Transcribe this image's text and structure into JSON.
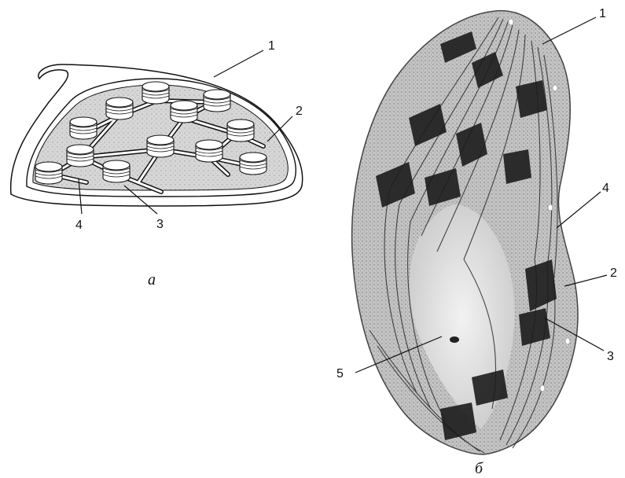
{
  "panel_a": {
    "caption": "а",
    "labels": {
      "l1": "1",
      "l2": "2",
      "l3": "3",
      "l4": "4"
    }
  },
  "panel_b": {
    "caption": "б",
    "labels": {
      "l1": "1",
      "l2": "2",
      "l3": "3",
      "l4": "4",
      "l5": "5"
    }
  }
}
